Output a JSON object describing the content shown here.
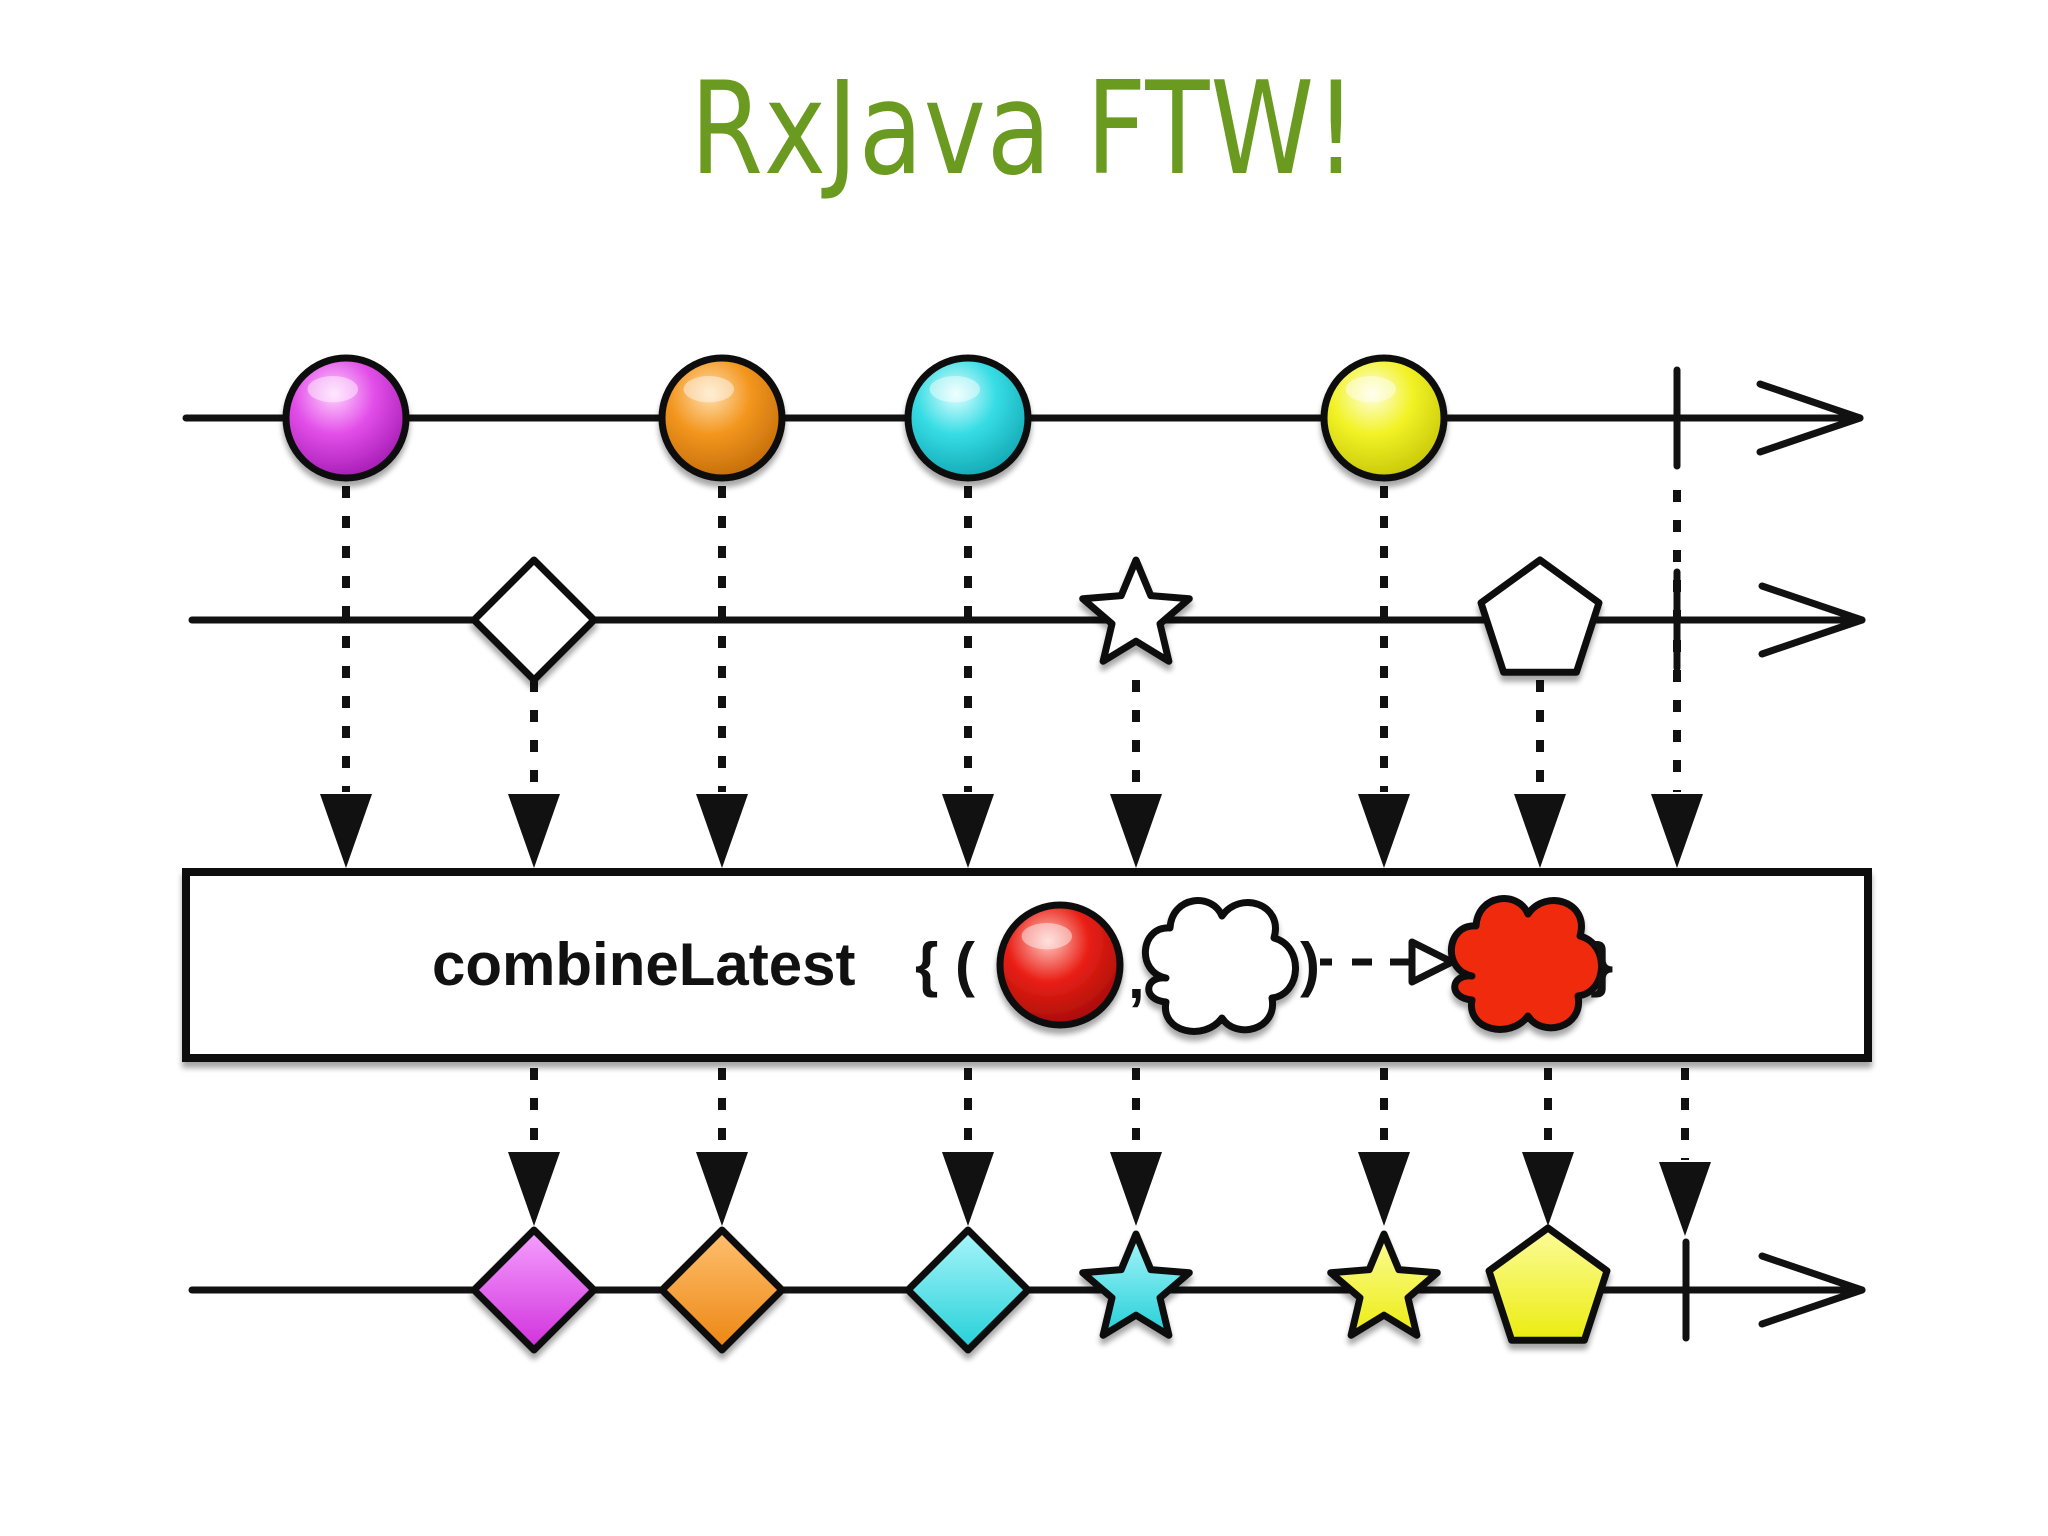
{
  "slide": {
    "title": "RxJava FTW!",
    "title_color": "#6a9a1f"
  },
  "operator": {
    "label": "combineLatest",
    "formula_open": "{ (",
    "formula_comma": ",",
    "formula_close_paren": ")",
    "formula_close_brace": "}"
  },
  "colors": {
    "line": "#111111",
    "magenta": "#e040e8",
    "orange": "#f0901a",
    "cyan": "#30d8e0",
    "yellow": "#f0f020",
    "red": "#e81414",
    "red_cloud": "#f02a10",
    "white": "#ffffff"
  },
  "streams": {
    "first": [
      {
        "shape": "circle",
        "color": "magenta"
      },
      {
        "shape": "circle",
        "color": "orange"
      },
      {
        "shape": "circle",
        "color": "cyan"
      },
      {
        "shape": "circle",
        "color": "yellow"
      }
    ],
    "second": [
      {
        "shape": "diamond",
        "color": "white"
      },
      {
        "shape": "star",
        "color": "white"
      },
      {
        "shape": "pentagon",
        "color": "white"
      }
    ],
    "output": [
      {
        "shape": "diamond",
        "color": "magenta"
      },
      {
        "shape": "diamond",
        "color": "orange"
      },
      {
        "shape": "diamond",
        "color": "cyan"
      },
      {
        "shape": "star",
        "color": "cyan"
      },
      {
        "shape": "star",
        "color": "yellow"
      },
      {
        "shape": "pentagon",
        "color": "yellow"
      }
    ]
  }
}
